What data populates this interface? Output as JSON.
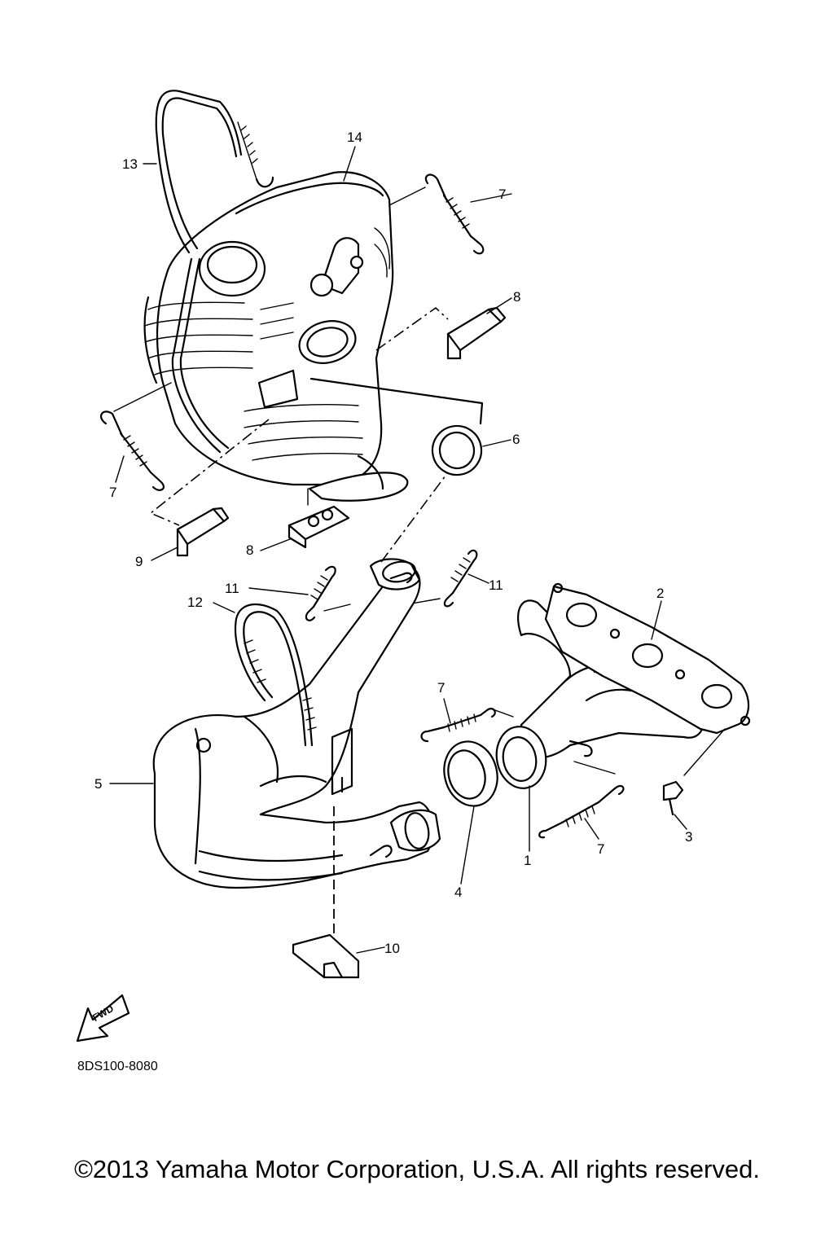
{
  "callouts": {
    "c1": "1",
    "c2": "2",
    "c3": "3",
    "c4": "4",
    "c5": "5",
    "c6": "6",
    "c7a": "7",
    "c7b": "7",
    "c7c": "7",
    "c7d": "7",
    "c8a": "8",
    "c8b": "8",
    "c9": "9",
    "c10": "10",
    "c11a": "11",
    "c11b": "11",
    "c12": "12",
    "c13": "13",
    "c14": "14"
  },
  "fwd_label": "FWD",
  "diagram_code": "8DS100-8080",
  "copyright": "©2013 Yamaha Motor Corporation, U.S.A. All rights reserved."
}
